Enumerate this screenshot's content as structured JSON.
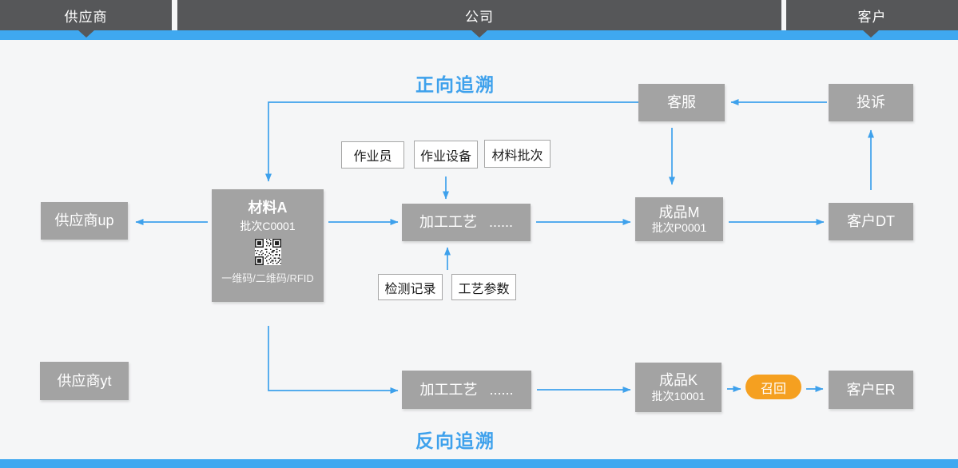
{
  "header": {
    "lanes": [
      "供应商",
      "公司",
      "客户"
    ]
  },
  "titles": {
    "forward": "正向追溯",
    "backward": "反向追溯"
  },
  "nodes": {
    "customer_service": "客服",
    "complaint": "投诉",
    "supplier_up": "供应商up",
    "material_a": {
      "title": "材料A",
      "batch": "批次C0001",
      "codes": "一维码/二维码/RFID"
    },
    "process_top": "加工工艺   ......",
    "product_m": {
      "title": "成品M",
      "batch": "批次P0001"
    },
    "customer_dt": "客户DT",
    "supplier_yt": "供应商yt",
    "process_bottom": "加工工艺   ......",
    "product_k": {
      "title": "成品K",
      "batch": "批次10001"
    },
    "recall": "召回",
    "customer_er": "客户ER"
  },
  "tags": {
    "operator": "作业员",
    "equipment": "作业设备",
    "material_batch": "材料批次",
    "inspection_record": "检测记录",
    "process_parameters": "工艺参数"
  },
  "colors": {
    "accent_blue": "#3EA1EC",
    "bar_blue": "#3FA8F0",
    "header_gray": "#565759",
    "node_gray": "#A3A3A3",
    "recall_orange": "#F5A020",
    "background": "#F5F6F7"
  }
}
